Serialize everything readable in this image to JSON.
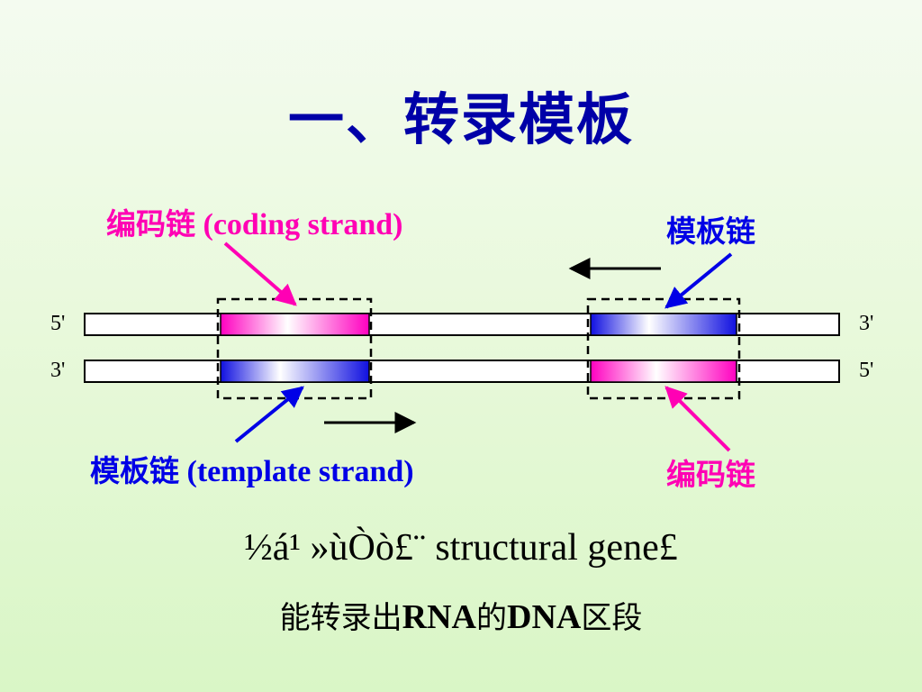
{
  "title": "一、转录模板",
  "labels": {
    "coding_top_cn": "编码链",
    "coding_top_en": " (coding strand)",
    "template_top": "模板链",
    "template_bottom_cn": "模板链",
    "template_bottom_en": " (template strand)",
    "coding_bottom": "编码链"
  },
  "strand_ends": {
    "top_left": "5'",
    "top_right": "3'",
    "bottom_left": "3'",
    "bottom_right": "5'"
  },
  "bottom": {
    "line1": "½á¹ »ùÒò£¨ structural gene£",
    "line2_part1": "能转录出",
    "line2_rna": "RNA",
    "line2_part2": "的",
    "line2_dna": "DNA",
    "line2_part3": "区段"
  },
  "colors": {
    "title": "#0000a8",
    "coding": "#ff00b4",
    "template": "#0000e6"
  }
}
